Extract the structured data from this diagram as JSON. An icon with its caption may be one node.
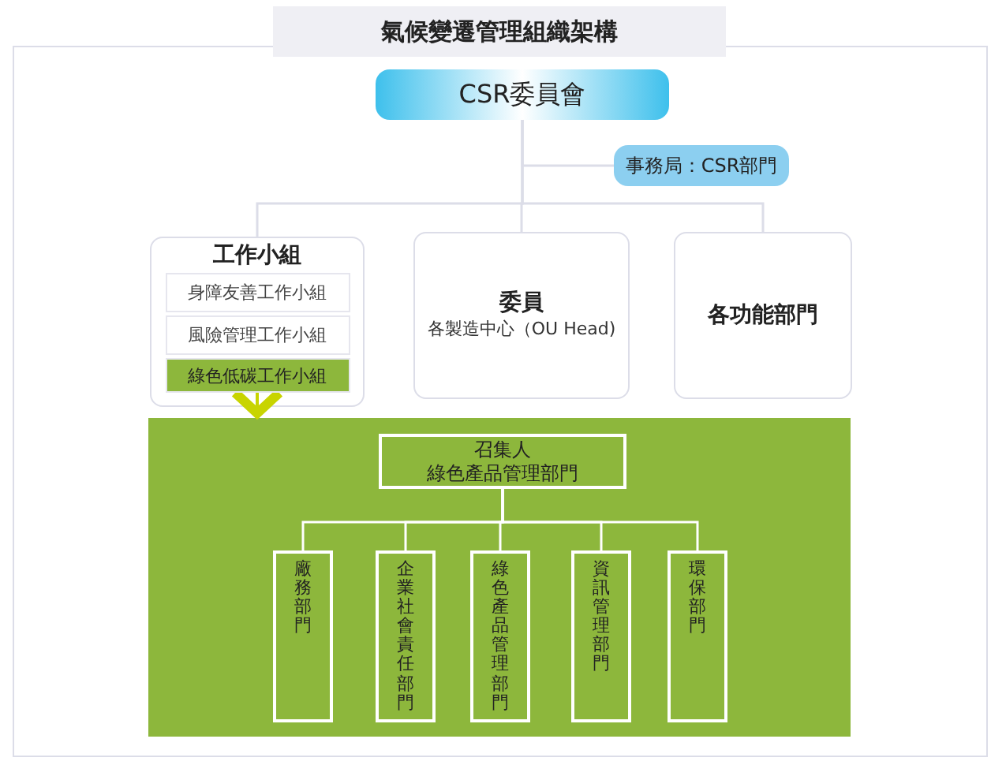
{
  "diagram": {
    "title": "氣候變遷管理組織架構",
    "nodes": [
      {
        "text": [
          "CSR委員會"
        ]
      },
      {
        "text": [
          "事務局：CSR部門"
        ]
      },
      {
        "text": [
          "工作小組"
        ]
      },
      {
        "text": [
          "身障友善工作小組"
        ],
        "in": 2
      },
      {
        "text": [
          "風險管理工作小組"
        ],
        "in": 2
      },
      {
        "text": [
          "綠色低碳工作小組"
        ],
        "in": 2
      },
      {
        "text": [
          "委員",
          "各製造中心（OU Head)"
        ]
      },
      {
        "text": [
          "各功能部門"
        ]
      },
      {
        "text": [],
        "shape": "box"
      },
      {
        "text": [
          "召集人",
          "綠色產品管理部門"
        ],
        "in": 8
      },
      {
        "text": [
          "廠務部門"
        ],
        "in": 8
      },
      {
        "text": [
          "企業社會責任部門"
        ],
        "in": 8
      },
      {
        "text": [
          "綠色產品管理部門"
        ],
        "in": 8
      },
      {
        "text": [
          "資訊管理部門"
        ],
        "in": 8
      },
      {
        "text": [
          "環保部門"
        ],
        "in": 8
      }
    ],
    "edges": [
      {
        "from": 0,
        "to": 1,
        "arrow": "none"
      },
      {
        "from": 0,
        "to": 2,
        "arrow": "none"
      },
      {
        "from": 0,
        "to": 6,
        "arrow": "none"
      },
      {
        "from": 0,
        "to": 7,
        "arrow": "none"
      },
      {
        "from": 5,
        "to": 8,
        "arrow": "to",
        "color": "#c8d400"
      },
      {
        "from": 9,
        "to": 10,
        "arrow": "none",
        "color": "#ffffff"
      },
      {
        "from": 9,
        "to": 11,
        "arrow": "none",
        "color": "#ffffff"
      },
      {
        "from": 9,
        "to": 12,
        "arrow": "none",
        "color": "#ffffff"
      },
      {
        "from": 9,
        "to": 13,
        "arrow": "none",
        "color": "#ffffff"
      },
      {
        "from": 9,
        "to": 14,
        "arrow": "none",
        "color": "#ffffff"
      }
    ]
  }
}
